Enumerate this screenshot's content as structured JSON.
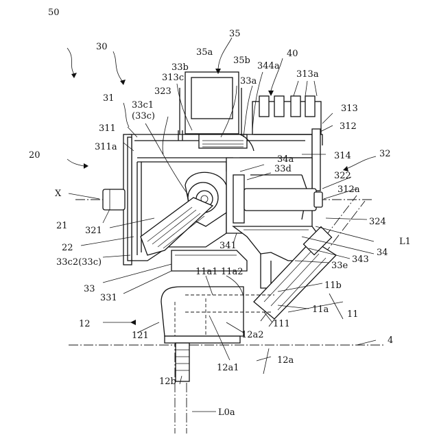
{
  "figure": {
    "labels": {
      "l50": "50",
      "l30": "30",
      "l35": "35",
      "l35a": "35a",
      "l33b": "33b",
      "l35b": "35b",
      "l344a": "344a",
      "l40": "40",
      "l313a": "313a",
      "l313c": "313c",
      "l33a": "33a",
      "l323": "323",
      "l33c1": "33c1",
      "l33c1b": "(33c)",
      "l31": "31",
      "l313": "313",
      "l312": "312",
      "l311": "311",
      "l311a": "311a",
      "l314": "314",
      "l32": "32",
      "l20": "20",
      "l34a": "34a",
      "l33d": "33d",
      "l322": "322",
      "lX": "X",
      "l312a": "312a",
      "l21": "21",
      "l324": "324",
      "l321": "321",
      "lL1": "L1",
      "l22": "22",
      "l341": "341",
      "l34": "34",
      "l33c2": "33c2(33c)",
      "l343": "343",
      "l33e": "33e",
      "l33": "33",
      "l331": "331",
      "l11a1": "11a1",
      "l11a2": "11a2",
      "l11b": "11b",
      "l11a": "11a",
      "l11": "11",
      "l111": "111",
      "l12": "12",
      "l121": "121",
      "l12a2": "12a2",
      "l4": "4",
      "l12a1": "12a1",
      "l12a": "12a",
      "l12b": "12b",
      "lL0a": "L0a"
    }
  }
}
